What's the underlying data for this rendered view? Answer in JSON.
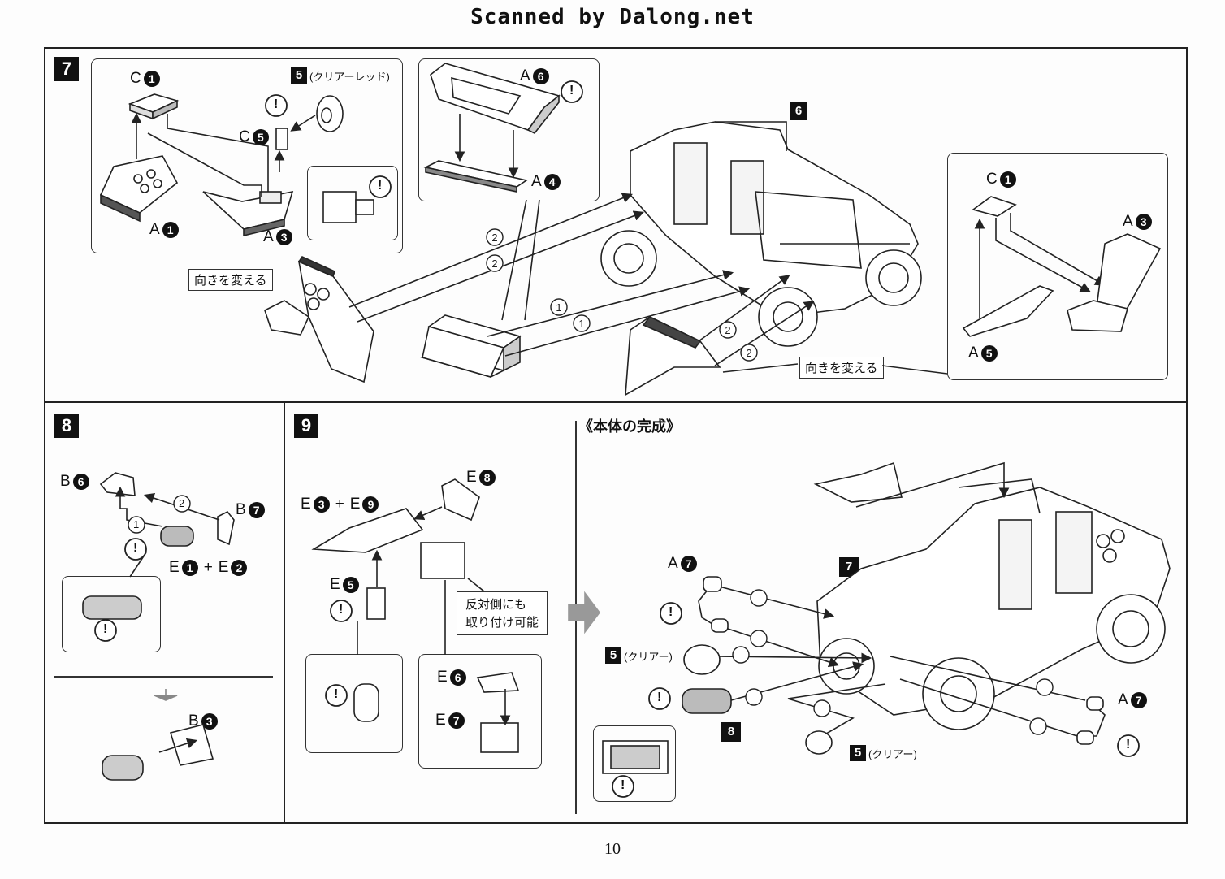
{
  "header": {
    "scanned_by": "Scanned by Dalong.net"
  },
  "page_number": "10",
  "step7": {
    "badge": "7",
    "labels": {
      "c1": "C",
      "c1n": "1",
      "b5": "5",
      "clear_red": "(クリアーレッド)",
      "c5": "C",
      "c5n": "5",
      "a1": "A",
      "a1n": "1",
      "a3": "A",
      "a3n": "3",
      "a6": "A",
      "a6n": "6",
      "a4": "A",
      "a4n": "4",
      "b6": "6",
      "rc1": "C",
      "rc1n": "1",
      "ra3": "A",
      "ra3n": "3",
      "ra5": "A",
      "ra5n": "5"
    },
    "note_left": "向きを変える",
    "note_right": "向きを変える",
    "steps": {
      "s1": "1",
      "s2": "2"
    }
  },
  "step8": {
    "badge": "8",
    "b6": "B",
    "b6n": "6",
    "b7": "B",
    "b7n": "7",
    "e1": "E",
    "e1n": "1",
    "plus": "+",
    "e2": "E",
    "e2n": "2",
    "b3": "B",
    "b3n": "3"
  },
  "step9": {
    "badge": "9",
    "e8": "E",
    "e8n": "8",
    "e3": "E",
    "e3n": "3",
    "plus": "+",
    "e9": "E",
    "e9n": "9",
    "e5": "E",
    "e5n": "5",
    "e6": "E",
    "e6n": "6",
    "e7": "E",
    "e7n": "7",
    "note_line1": "反対側にも",
    "note_line2": "取り付け可能"
  },
  "complete": {
    "heading": "《本体の完成》",
    "badge7": "7",
    "badge8": "8",
    "a7": "A",
    "a7n": "7",
    "clear": "(クリアー)",
    "b5": "5"
  },
  "warning_glyph": "!"
}
